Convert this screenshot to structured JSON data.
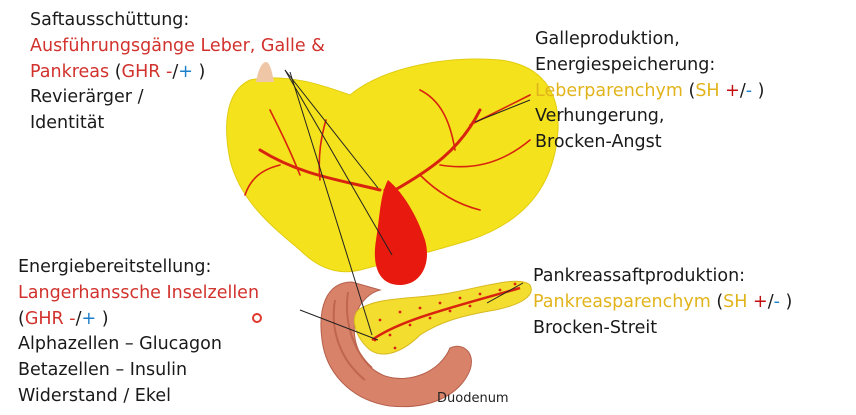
{
  "top_left": {
    "heading": "Saftausschüttung:",
    "tissue_line1": "Ausführungsgänge Leber, Galle &",
    "tissue_line2": "Pankreas",
    "paren_open": "(",
    "code": "GHR",
    "sign1": "-",
    "slash": "/",
    "sign2": "+",
    "paren_close": ")",
    "conflict_line1": "Revierärger /",
    "conflict_line2": "Identität"
  },
  "top_right": {
    "heading_line1": "Galleproduktion,",
    "heading_line2": "Energiespeicherung:",
    "tissue": "Leberparenchym",
    "paren_open": "(",
    "code": "SH",
    "sign1": "+",
    "slash": "/",
    "sign2": "-",
    "paren_close": ")",
    "conflict_line1": "Verhungerung,",
    "conflict_line2": "Brocken-Angst"
  },
  "bottom_left": {
    "heading": "Energiebereitstellung:",
    "tissue": "Langerhanssche Inselzellen",
    "paren_open": "(",
    "code": "GHR",
    "sign1": "-",
    "slash": "/",
    "sign2": "+",
    "paren_close": ")",
    "line_alpha": "Alphazellen – Glucagon",
    "line_beta": "Betazellen – Insulin",
    "conflict": "Widerstand / Ekel"
  },
  "bottom_right": {
    "heading": "Pankreassaftproduktion:",
    "tissue": "Pankreasparenchym",
    "paren_open": "(",
    "code": "SH",
    "sign1": "+",
    "slash": "/",
    "sign2": "-",
    "paren_close": ")",
    "conflict": "Brocken-Streit"
  },
  "illustration": {
    "duodenum_label": "Duodenum"
  },
  "colors": {
    "liver": "#f4e21c",
    "gallbladder": "#e8190e",
    "ducts": "#d8240f",
    "duodenum": "#d9826a",
    "red_text": "#d2322d",
    "gold_text": "#e2b41c",
    "blue_sign": "#1c7fc9"
  }
}
